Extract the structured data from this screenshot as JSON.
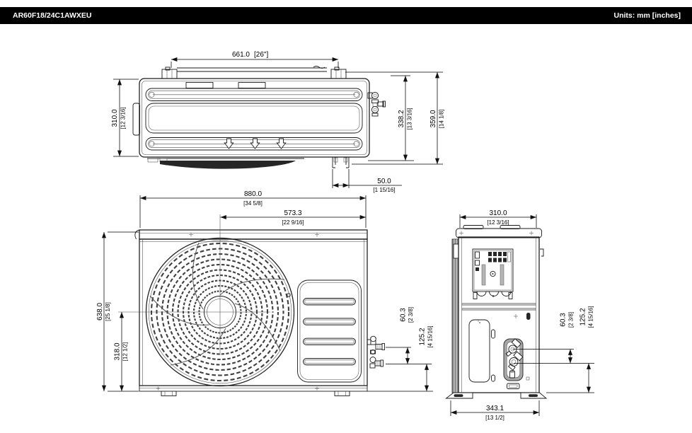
{
  "header": {
    "model": "AR60F18/24C1AWXEU",
    "units_label": "Units: mm [inches]"
  },
  "drawing": {
    "indoor_top": {
      "view": "indoor-unit-top-view",
      "dims": {
        "width": {
          "value": "661.0",
          "inches": "[26\"]"
        },
        "depth": {
          "value": "310.0",
          "inches": "[12 3/16]"
        },
        "height_body": {
          "value": "338.2",
          "inches": "[13 3/16]"
        },
        "height_total": {
          "value": "359.0",
          "inches": "[14 1/8]"
        },
        "bracket": {
          "value": "50.0",
          "inches": "[1 15/16]"
        }
      }
    },
    "outdoor_front": {
      "view": "outdoor-unit-front-view",
      "dims": {
        "width": {
          "value": "880.0",
          "inches": "[34 5/8]"
        },
        "fan_to_right": {
          "value": "573.3",
          "inches": "[22 9/16]"
        },
        "height": {
          "value": "638.0",
          "inches": "[25 1/8]"
        },
        "fan_center": {
          "value": "318.0",
          "inches": "[12 1/2]"
        },
        "valve_spacing": {
          "value": "60.3",
          "inches": "[2 3/8]"
        },
        "valve_height": {
          "value": "125.2",
          "inches": "[4 15/16]"
        }
      }
    },
    "outdoor_side": {
      "view": "outdoor-unit-side-view",
      "dims": {
        "depth": {
          "value": "310.0",
          "inches": "[12 3/16]"
        },
        "foot_spacing": {
          "value": "343.1",
          "inches": "[13 1/2]"
        },
        "valve_spacing": {
          "value": "60.3",
          "inches": "[2 3/8]"
        },
        "valve_height": {
          "value": "125.2",
          "inches": "[4 15/16]"
        }
      }
    }
  },
  "colors": {
    "header_bg": "#000000",
    "header_text": "#ffffff",
    "line": "#1a1a1a",
    "background": "#ffffff"
  }
}
